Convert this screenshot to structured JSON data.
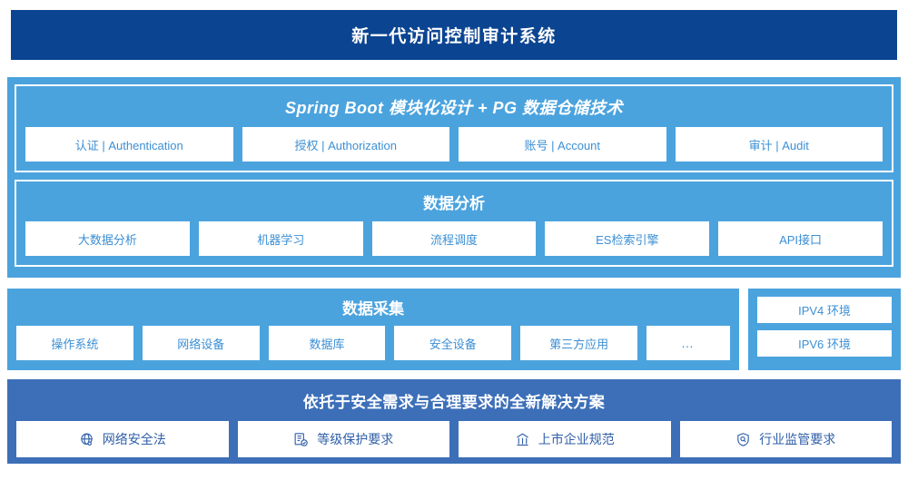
{
  "header": {
    "title": "新一代访问控制审计系统",
    "bg_color": "#0b4491"
  },
  "colors": {
    "light_blue_panel": "#4ba3de",
    "bottom_panel": "#3c6fb8",
    "chip_text": "#3c8fd4",
    "bottom_chip_text": "#2f5fa8"
  },
  "platform": {
    "title": "Spring Boot 模块化设计 + PG 数据仓储技术",
    "chips": [
      {
        "label": "认证 | Authentication"
      },
      {
        "label": "授权 | Authorization"
      },
      {
        "label": "账号 | Account"
      },
      {
        "label": "审计 | Audit"
      }
    ]
  },
  "analysis": {
    "title": "数据分析",
    "chips": [
      {
        "label": "大数据分析"
      },
      {
        "label": "机器学习"
      },
      {
        "label": "流程调度"
      },
      {
        "label": "ES检索引擎"
      },
      {
        "label": "API接口"
      }
    ]
  },
  "collection": {
    "title": "数据采集",
    "chips": [
      {
        "label": "操作系统"
      },
      {
        "label": "网络设备"
      },
      {
        "label": "数据库"
      },
      {
        "label": "安全设备"
      },
      {
        "label": "第三方应用"
      },
      {
        "label": "…"
      }
    ]
  },
  "environment": {
    "chips": [
      {
        "label": "IPV4 环境"
      },
      {
        "label": "IPV6 环境"
      }
    ]
  },
  "solution": {
    "title": "依托于安全需求与合理要求的全新解决方案",
    "chips": [
      {
        "label": "网络安全法",
        "icon": "globe-network-icon"
      },
      {
        "label": "等级保护要求",
        "icon": "document-check-icon"
      },
      {
        "label": "上市企业规范",
        "icon": "bank-building-icon"
      },
      {
        "label": "行业监管要求",
        "icon": "shield-search-icon"
      }
    ]
  }
}
